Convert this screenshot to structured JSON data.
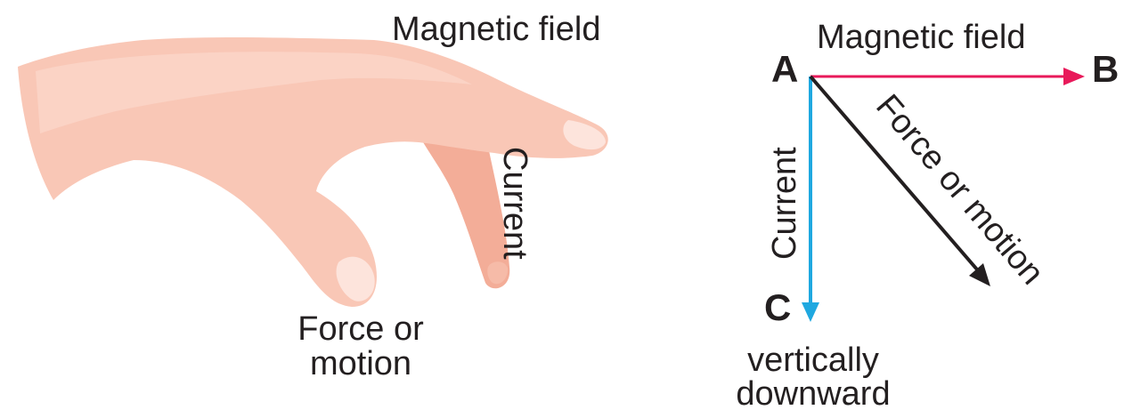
{
  "hand": {
    "magnetic_label": "Magnetic field",
    "current_label": "Current",
    "force_label_line1": "Force or",
    "force_label_line2": "motion"
  },
  "vectors": {
    "magnetic_label": "Magnetic field",
    "current_label": "Current",
    "force_label": "Force or motion",
    "point_a": "A",
    "point_b": "B",
    "point_c": "C",
    "direction_line1": "vertically",
    "direction_line2": "downward"
  },
  "colors": {
    "magnetic_field": "#e8195a",
    "current": "#1fa8e0",
    "force": "#231f20",
    "skin": "#f9c7b6",
    "skin_shade": "#f3ad98",
    "nail": "#fde4dc"
  }
}
